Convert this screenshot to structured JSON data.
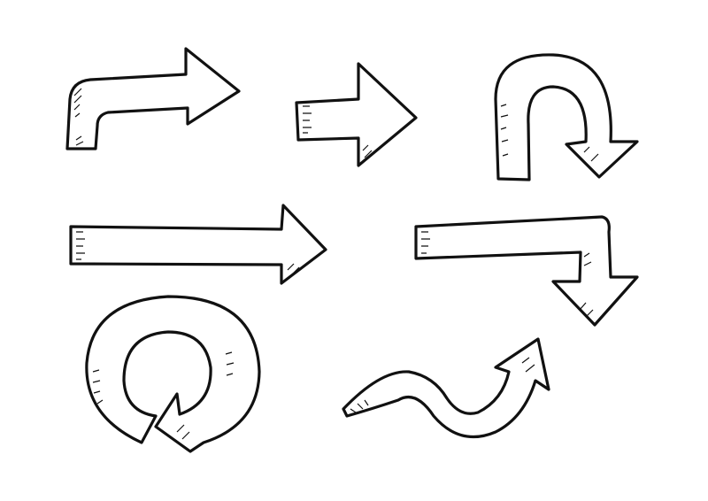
{
  "illustration": {
    "stroke_color": "#111111",
    "fill_color": "#ffffff",
    "arrows": [
      {
        "name": "bent-right-arrow"
      },
      {
        "name": "short-right-arrow"
      },
      {
        "name": "u-turn-arrow"
      },
      {
        "name": "long-right-arrow"
      },
      {
        "name": "right-then-down-arrow"
      },
      {
        "name": "circular-arrow"
      },
      {
        "name": "wavy-up-arrow"
      }
    ]
  }
}
